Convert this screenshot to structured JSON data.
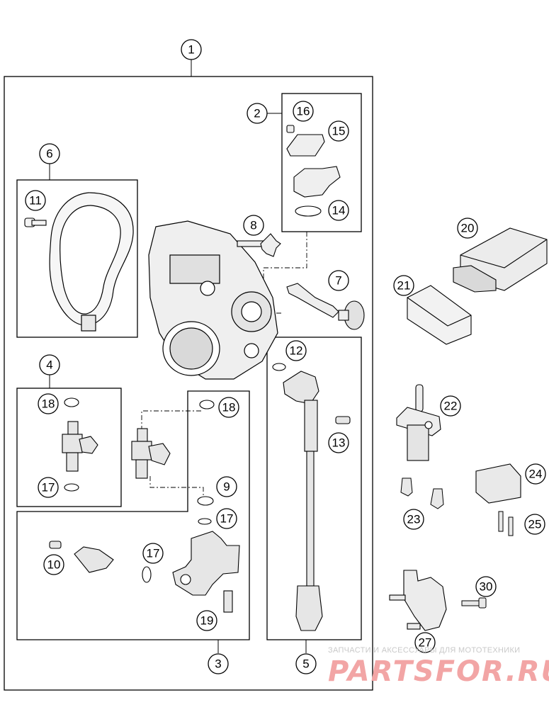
{
  "callouts": {
    "c1": "1",
    "c2": "2",
    "c3": "3",
    "c4": "4",
    "c5": "5",
    "c6": "6",
    "c7": "7",
    "c8": "8",
    "c9": "9",
    "c10": "10",
    "c11": "11",
    "c12": "12",
    "c13": "13",
    "c14": "14",
    "c15": "15",
    "c16": "16",
    "c17a": "17",
    "c17b": "17",
    "c17c": "17",
    "c18a": "18",
    "c18b": "18",
    "c19": "19",
    "c20": "20",
    "c21": "21",
    "c22": "22",
    "c23": "23",
    "c24": "24",
    "c25": "25",
    "c27": "27",
    "c30": "30"
  },
  "watermark": {
    "tagline": "ЗАПЧАСТИ И АКСЕССУАРЫ ДЛЯ МОТОТЕХНИКИ",
    "brand": "PARTSFOR.RU"
  }
}
